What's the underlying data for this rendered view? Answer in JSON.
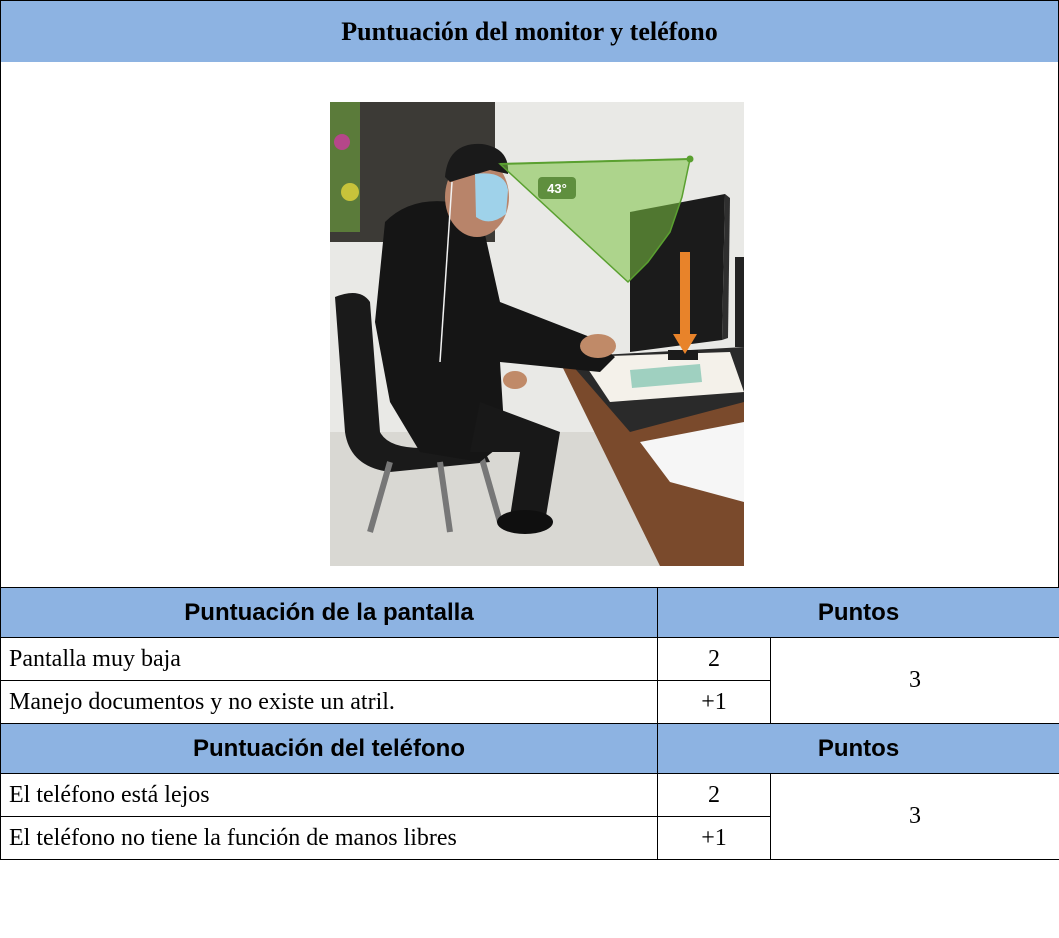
{
  "title": "Puntuación del monitor y teléfono",
  "photo": {
    "angle_label": "43°"
  },
  "screen_section": {
    "header": "Puntuación de la pantalla",
    "points_header": "Puntos",
    "rows": [
      {
        "label": "Pantalla muy baja",
        "points": "2"
      },
      {
        "label": "Manejo documentos y no existe un atril.",
        "points": "+1"
      }
    ],
    "total": "3"
  },
  "phone_section": {
    "header": "Puntuación del teléfono",
    "points_header": "Puntos",
    "rows": [
      {
        "label": "El teléfono está lejos",
        "points": "2"
      },
      {
        "label": "El teléfono no tiene la función de manos libres",
        "points": "+1"
      }
    ],
    "total": "3"
  },
  "colors": {
    "header_fill": "#8db3e2",
    "angle_overlay": "#7cc242",
    "arrow": "#e8832a"
  }
}
